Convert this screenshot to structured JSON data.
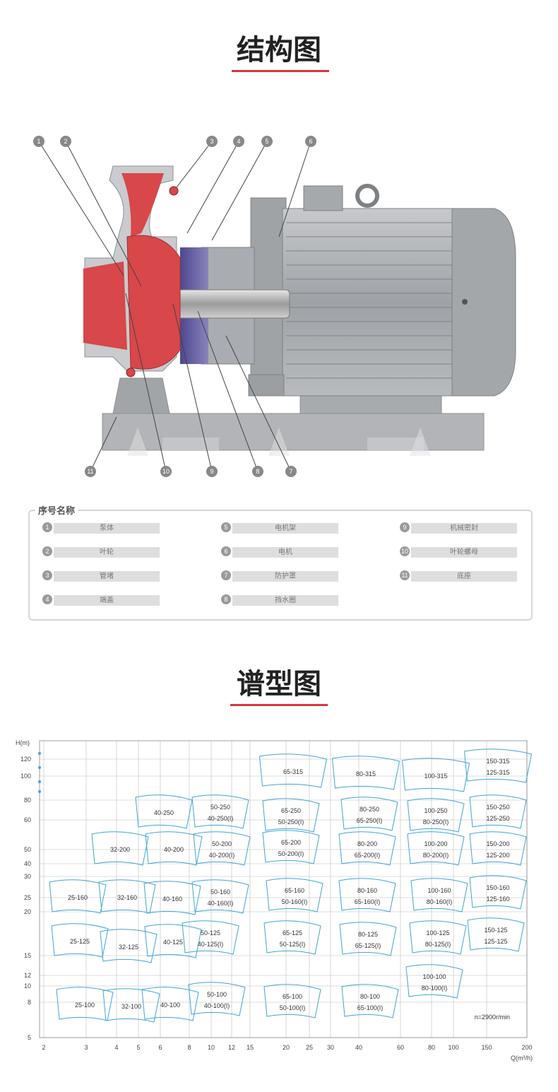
{
  "sections": {
    "structure_title": "结构图",
    "chart_title": "谱型图",
    "legend_title": "序号名称"
  },
  "callouts": [
    "1",
    "2",
    "3",
    "4",
    "5",
    "6",
    "7",
    "8",
    "9",
    "10",
    "11"
  ],
  "legend": [
    {
      "num": "1",
      "label": "泵体"
    },
    {
      "num": "2",
      "label": "叶轮"
    },
    {
      "num": "3",
      "label": "管堵"
    },
    {
      "num": "4",
      "label": "端盖"
    },
    {
      "num": "5",
      "label": "电机架"
    },
    {
      "num": "6",
      "label": "电机"
    },
    {
      "num": "7",
      "label": "防护罩"
    },
    {
      "num": "8",
      "label": "挡水圈"
    },
    {
      "num": "9",
      "label": "机械密封"
    },
    {
      "num": "10",
      "label": "叶轮螺母"
    },
    {
      "num": "11",
      "label": "底座"
    }
  ],
  "colors": {
    "accent": "#d9363e",
    "pump_red": "#d8474a",
    "shield_purple": "#6a5fa3",
    "grey_body": "#a9acb0",
    "curve_blue": "#3da5d9"
  },
  "chart_data": {
    "type": "diagram",
    "ylabel": "H(m)",
    "xlabel": "Q(m³/h)",
    "note": "n=2900r/min",
    "y_ticks": [
      "120",
      "100",
      "80",
      "60",
      "50",
      "40",
      "30",
      "25",
      "20",
      "15",
      "12",
      "10",
      "8",
      "5"
    ],
    "x_ticks": [
      "2",
      "3",
      "4",
      "5",
      "6",
      "8",
      "10",
      "12",
      "15",
      "20",
      "25",
      "30",
      "40",
      "60",
      "80",
      "100",
      "150",
      "200"
    ],
    "zones": [
      {
        "label": [
          "65-315"
        ]
      },
      {
        "label": [
          "80-315"
        ]
      },
      {
        "label": [
          "100-315"
        ]
      },
      {
        "label": [
          "150-315",
          "125-315"
        ]
      },
      {
        "label": [
          "40-250"
        ]
      },
      {
        "label": [
          "50-250",
          "40-250(I)"
        ]
      },
      {
        "label": [
          "65-250",
          "50-250(I)"
        ]
      },
      {
        "label": [
          "80-250",
          "65-250(I)"
        ]
      },
      {
        "label": [
          "100-250",
          "80-250(I)"
        ]
      },
      {
        "label": [
          "150-250",
          "125-250"
        ]
      },
      {
        "label": [
          "32-200"
        ]
      },
      {
        "label": [
          "40-200"
        ]
      },
      {
        "label": [
          "50-200",
          "40-200(I)"
        ]
      },
      {
        "label": [
          "65-200",
          "50-200(I)"
        ]
      },
      {
        "label": [
          "80-200",
          "65-200(I)"
        ]
      },
      {
        "label": [
          "100-200",
          "80-200(I)"
        ]
      },
      {
        "label": [
          "150-200",
          "125-200"
        ]
      },
      {
        "label": [
          "25-160"
        ]
      },
      {
        "label": [
          "32-160"
        ]
      },
      {
        "label": [
          "40-160"
        ]
      },
      {
        "label": [
          "50-160",
          "40-160(I)"
        ]
      },
      {
        "label": [
          "65-160",
          "50-160(I)"
        ]
      },
      {
        "label": [
          "80-160",
          "65-160(I)"
        ]
      },
      {
        "label": [
          "100-160",
          "80-160(I)"
        ]
      },
      {
        "label": [
          "150-160",
          "125-160"
        ]
      },
      {
        "label": [
          "25-125"
        ]
      },
      {
        "label": [
          "32-125"
        ]
      },
      {
        "label": [
          "40-125"
        ]
      },
      {
        "label": [
          "50-125",
          "40-125(I)"
        ]
      },
      {
        "label": [
          "65-125",
          "50-125(I)"
        ]
      },
      {
        "label": [
          "80-125",
          "65-125(I)"
        ]
      },
      {
        "label": [
          "100-125",
          "80-125(I)"
        ]
      },
      {
        "label": [
          "150-125",
          "125-125"
        ]
      },
      {
        "label": [
          "100-100",
          "80-100(I)"
        ]
      },
      {
        "label": [
          "25-100"
        ]
      },
      {
        "label": [
          "32-100"
        ]
      },
      {
        "label": [
          "40-100"
        ]
      },
      {
        "label": [
          "50-100",
          "40-100(I)"
        ]
      },
      {
        "label": [
          "65-100",
          "50-100(I)"
        ]
      },
      {
        "label": [
          "80-100",
          "65-100(I)"
        ]
      }
    ]
  }
}
